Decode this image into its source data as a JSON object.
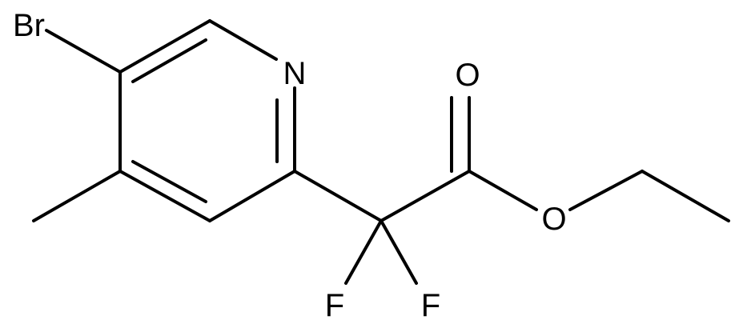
{
  "atoms": {
    "bromine": "Br",
    "nitrogen": "N",
    "carbonyl_oxygen": "O",
    "ester_oxygen": "O",
    "fluorine_left": "F",
    "fluorine_right": "F"
  },
  "colors": {
    "bond": "#000000",
    "label": "#000000",
    "background": "#ffffff"
  }
}
